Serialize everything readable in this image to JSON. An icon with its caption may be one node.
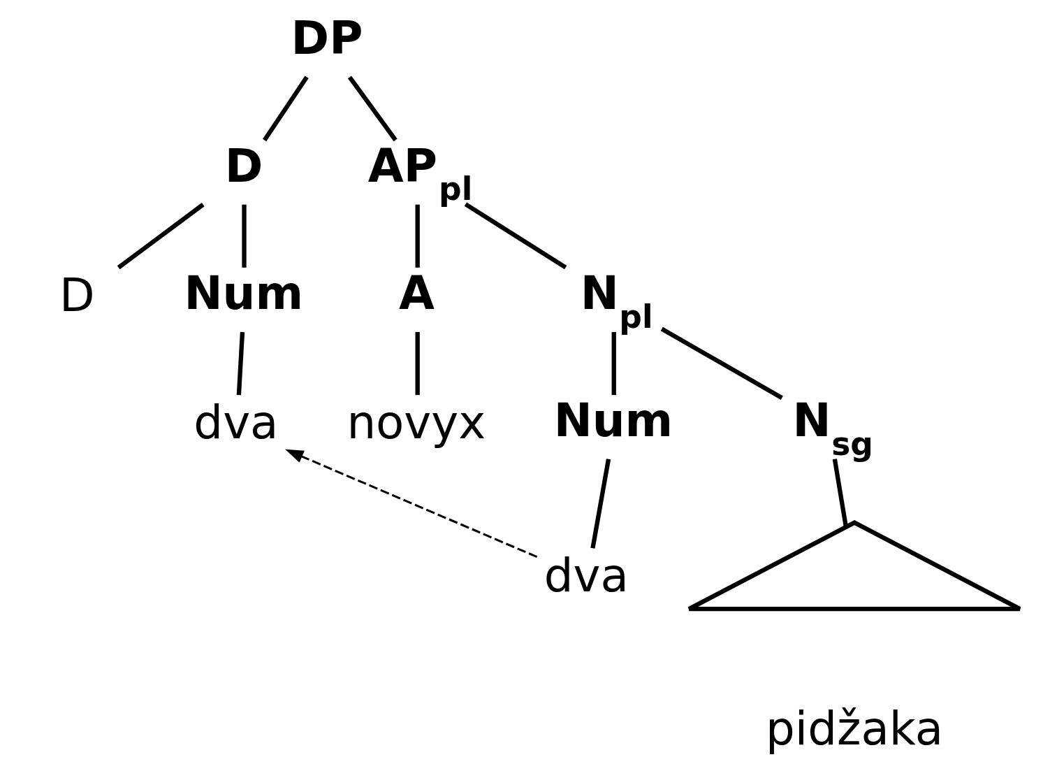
{
  "diagram": {
    "nodes": [
      {
        "text": [
          "DP"
        ]
      },
      {
        "text": [
          "D"
        ]
      },
      {
        "text": [
          "AP$_{pl}$"
        ]
      },
      {
        "text": [
          "D"
        ]
      },
      {
        "text": [
          "Num"
        ]
      },
      {
        "text": [
          "dva"
        ]
      },
      {
        "text": [
          "A"
        ]
      },
      {
        "text": [
          "novyx"
        ]
      },
      {
        "text": [
          "N$_{pl}$"
        ]
      },
      {
        "text": [
          "Num"
        ]
      },
      {
        "text": [
          "dva"
        ]
      },
      {
        "text": [
          "N$_{sg}$"
        ]
      },
      {
        "text": [],
        "shape": "triangle",
        "beside": [
          "pidžaka"
        ]
      }
    ],
    "edges": [
      {
        "from": 0,
        "to": 1,
        "arrow": "none"
      },
      {
        "from": 0,
        "to": 2,
        "arrow": "none"
      },
      {
        "from": 1,
        "to": 3,
        "arrow": "none"
      },
      {
        "from": 1,
        "to": 4,
        "arrow": "none"
      },
      {
        "from": 4,
        "to": 5,
        "arrow": "none"
      },
      {
        "from": 2,
        "to": 6,
        "arrow": "none"
      },
      {
        "from": 2,
        "to": 8,
        "arrow": "none"
      },
      {
        "from": 6,
        "to": 7,
        "arrow": "none"
      },
      {
        "from": 8,
        "to": 9,
        "arrow": "none"
      },
      {
        "from": 8,
        "to": 11,
        "arrow": "none"
      },
      {
        "from": 9,
        "to": 10,
        "arrow": "none"
      },
      {
        "from": 11,
        "to": 12,
        "arrow": "none"
      },
      {
        "from": 10,
        "to": 5,
        "arrow": "to",
        "style": "dashed"
      }
    ]
  }
}
